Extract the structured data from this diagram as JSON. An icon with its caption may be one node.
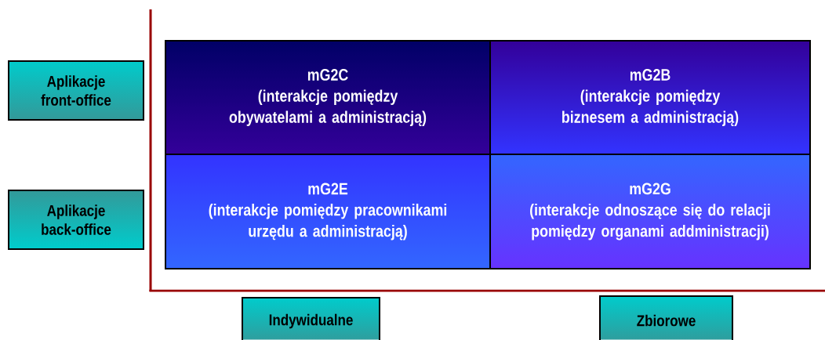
{
  "diagram": {
    "nodes": [
      {
        "text": [
          "Aplikacje front-office"
        ]
      },
      {
        "text": [
          "Aplikacje back-office"
        ]
      },
      {
        "text": [
          "mG2C",
          "(interakcje pomiędzy obywatelami a administracją)"
        ]
      },
      {
        "text": [
          "mG2B",
          "(interakcje pomiędzy biznesem a administracją)"
        ]
      },
      {
        "text": [
          "mG2E",
          "(interakcje pomiędzy pracownikami urzędu a administracją)"
        ]
      },
      {
        "text": [
          "mG2G",
          "(interakcje odnoszące się do relacji pomiędzy organami addministracji)"
        ]
      },
      {
        "text": [
          "Indywidualne"
        ]
      },
      {
        "text": [
          "Zbiorowe"
        ]
      }
    ]
  }
}
